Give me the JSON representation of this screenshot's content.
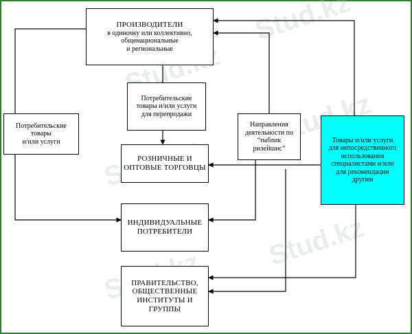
{
  "colors": {
    "frame": "#2e7d32",
    "border": "#000000",
    "highlight": "#00ffff",
    "watermark": "#b4bebe"
  },
  "watermark_text": "Stud.kz",
  "nodes": {
    "producers": {
      "line1": "ПРОИЗВОДИТЕЛИ",
      "line2": "в одиночку или коллективно,",
      "line3": "общенациональные",
      "line4": "и региональные"
    },
    "goods_resale": {
      "line1": "Потребительские",
      "line2": "товары и/или услуги",
      "line3": "для перепродажи"
    },
    "goods_left": {
      "line1": "Потребительские",
      "line2": "товары",
      "line3": "и/или  услуги"
    },
    "pr_directions": {
      "line1": "Направления",
      "line2": "деятельности по",
      "line3": "“паблик",
      "line4": "рилейшнс”"
    },
    "goods_specialists": {
      "line1": "Товары и/или услуги",
      "line2": "для непосредственного",
      "line3": "использования",
      "line4": "специалистами и/или",
      "line5": "для рекомендации",
      "line6": "другим"
    },
    "retail": {
      "line1": "РОЗНИЧНЫЕ И",
      "line2": "ОПТОВЫЕ ТОРГОВЦЫ"
    },
    "consumers": {
      "line1": "ИНДИВИДУАЛЬНЫЕ",
      "line2": "ПОТРЕБИТЕЛИ"
    },
    "government": {
      "line1": "ПРАВИТЕЛЬСТВО,",
      "line2": "ОБЩЕСТВЕННЫЕ",
      "line3": "ИНСТИТУТЫ И",
      "line4": "ГРУППЫ"
    }
  }
}
